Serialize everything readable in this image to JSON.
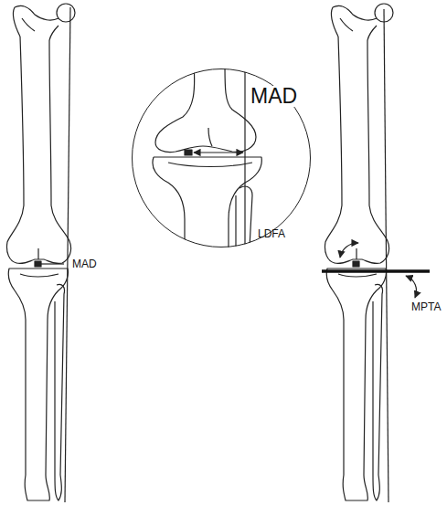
{
  "diagram": {
    "nodes": [
      {
        "text": [
          "MAD"
        ]
      }
    ],
    "labels": [
      "MAD",
      "LDFA",
      "MPTA"
    ]
  }
}
